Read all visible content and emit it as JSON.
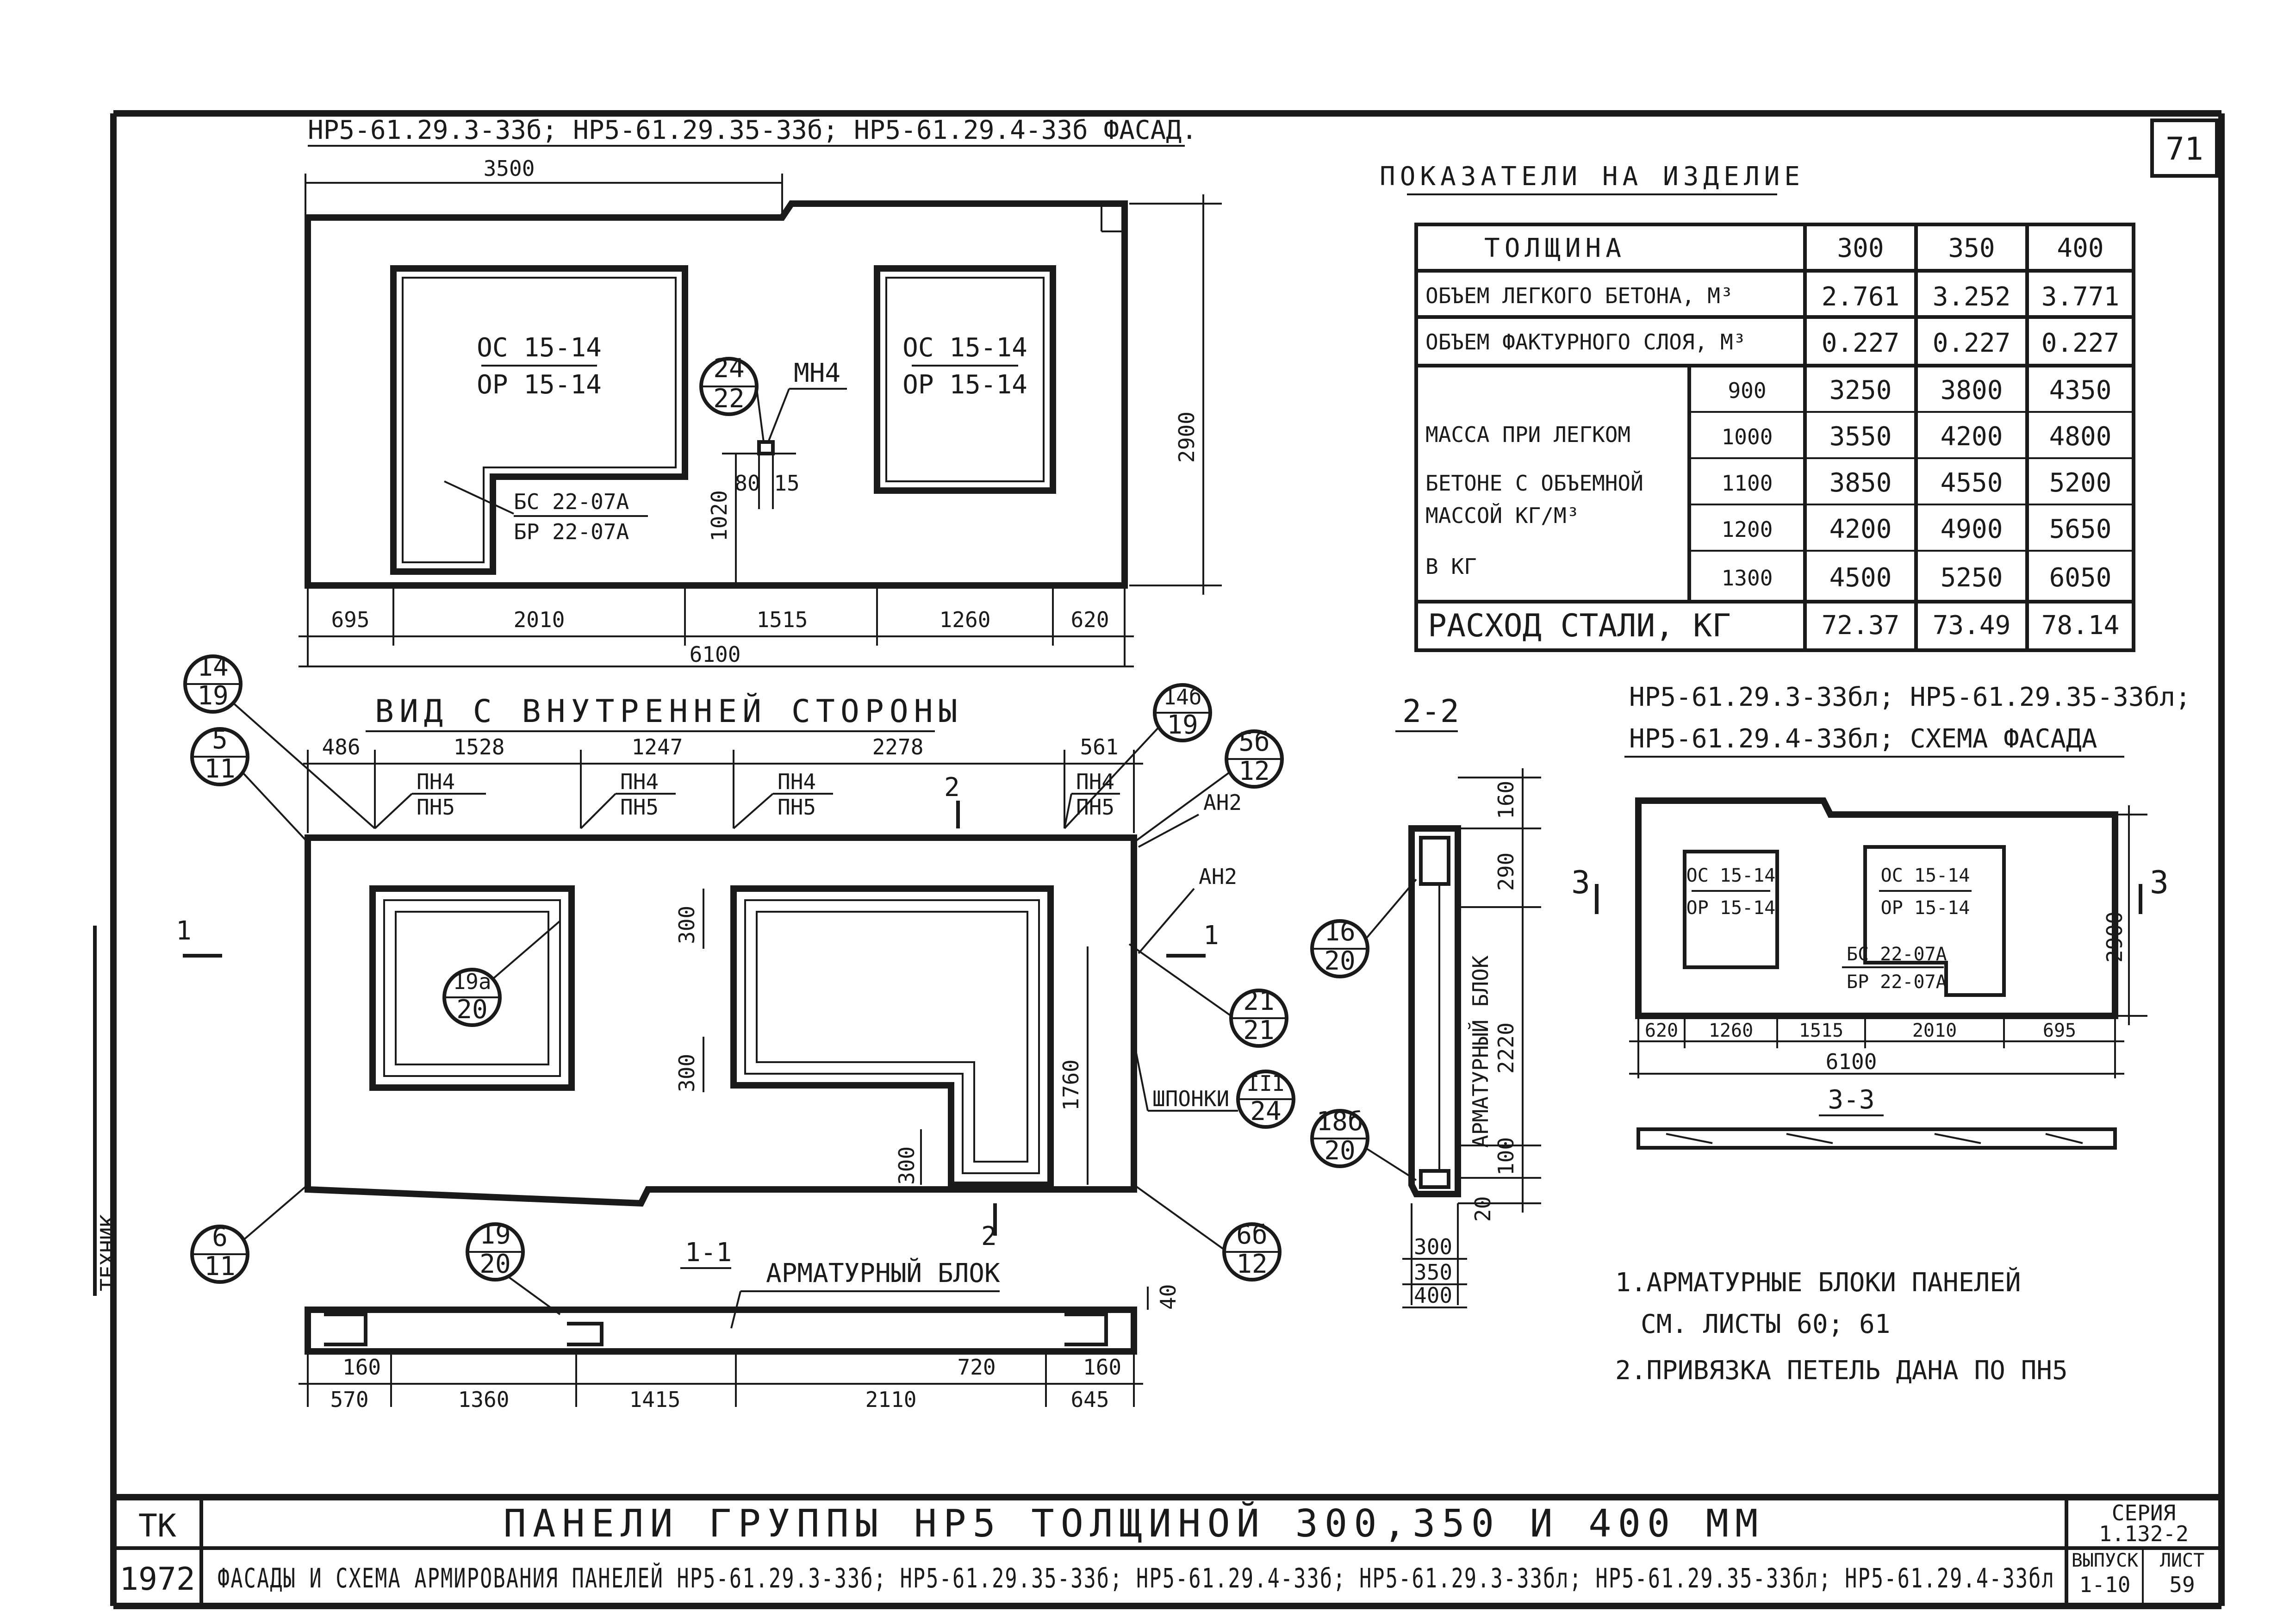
{
  "sheet_no": "71",
  "facade": {
    "title": "НР5-61.29.3-33б; НР5-61.29.35-33б; НР5-61.29.4-33б ФАСАД.",
    "dim_top": "3500",
    "dim_height": "2900",
    "dim_1020": "1020",
    "dim_80": "80",
    "dim_15": "15",
    "win1_top": "ОС 15-14",
    "win1_bot": "ОР 15-14",
    "win2_top": "ОС 15-14",
    "win2_bot": "ОР 15-14",
    "door_top": "БС 22-07А",
    "door_bot": "БР 22-07А",
    "callout_top": "24",
    "callout_bot": "22",
    "mn": "МН4",
    "dims_bottom": [
      "695",
      "2010",
      "1515",
      "1260",
      "620"
    ],
    "dim_total": "6100"
  },
  "table": {
    "title": "ПОКАЗАТЕЛИ НА ИЗДЕЛИЕ",
    "header": [
      "ТОЛЩИНА",
      "300",
      "350",
      "400"
    ],
    "row_light": [
      "ОБЪЕМ ЛЕГКОГО БЕТОНА, М³",
      "2.761",
      "3.252",
      "3.771"
    ],
    "row_facing": [
      "ОБЪЕМ ФАКТУРНОГО СЛОЯ, М³",
      "0.227",
      "0.227",
      "0.227"
    ],
    "mass_label": [
      "МАССА ПРИ ЛЕГКОМ",
      "БЕТОНЕ С ОБЪЕМНОЙ",
      "МАССОЙ КГ/М³",
      "В КГ"
    ],
    "mass_rows": [
      [
        "900",
        "3250",
        "3800",
        "4350"
      ],
      [
        "1000",
        "3550",
        "4200",
        "4800"
      ],
      [
        "1100",
        "3850",
        "4550",
        "5200"
      ],
      [
        "1200",
        "4200",
        "4900",
        "5650"
      ],
      [
        "1300",
        "4500",
        "5250",
        "6050"
      ]
    ],
    "row_steel": [
      "РАСХОД СТАЛИ, КГ",
      "72.37",
      "73.49",
      "78.14"
    ]
  },
  "inner": {
    "title": "ВИД С ВНУТРЕННЕЙ СТОРОНЫ",
    "dims_top": [
      "486",
      "1528",
      "1247",
      "2278",
      "561"
    ],
    "pn_labels": [
      [
        "ПН4",
        "ПН5"
      ],
      [
        "ПН4",
        "ПН5"
      ],
      [
        "ПН4",
        "ПН5"
      ],
      [
        "ПН4",
        "ПН5"
      ]
    ],
    "callouts": [
      {
        "top": "14",
        "bot": "19"
      },
      {
        "top": "5",
        "bot": "11"
      },
      {
        "top": "14б",
        "bot": "19"
      },
      {
        "top": "5б",
        "bot": "12"
      },
      {
        "top": "19а",
        "bot": "20"
      },
      {
        "top": "21",
        "bot": "21"
      },
      {
        "top": "III",
        "bot": "24"
      },
      {
        "top": "6",
        "bot": "11"
      },
      {
        "top": "19",
        "bot": "20"
      },
      {
        "top": "6б",
        "bot": "12"
      }
    ],
    "an2_a": "АН2",
    "an2_b": "АН2",
    "dim_300a": "300",
    "dim_300b": "300",
    "dim_300c": "300",
    "dim_1760": "1760",
    "shponki": "ШПОНКИ",
    "cut1": "1",
    "cut2": "2"
  },
  "section11": {
    "title": "1-1",
    "label": "АРМАТУРНЫЙ БЛОК",
    "dim_40": "40",
    "dims_bottom": [
      "570",
      "1360",
      "1415",
      "2110",
      "645"
    ],
    "dim_160a": "160",
    "dim_160b": "160",
    "dim_720": "720"
  },
  "section22": {
    "title": "2-2",
    "block_label": "АРМАТУРНЫЙ БЛОК",
    "dims": [
      "160",
      "290",
      "2220",
      "100",
      "20"
    ],
    "thick": [
      "300",
      "350",
      "400"
    ],
    "callout1_top": "16",
    "callout1_bot": "20",
    "callout2_top": "18б",
    "callout2_bot": "20"
  },
  "scheme": {
    "title1": "НР5-61.29.3-33бл; НР5-61.29.35-33бл;",
    "title2": "НР5-61.29.4-33бл; СХЕМА ФАСАДА",
    "win1_top": "ОС 15-14",
    "win1_bot": "ОР 15-14",
    "win2_top": "ОС 15-14",
    "win2_bot": "ОР 15-14",
    "door_top": "БС 22-07А",
    "door_bot": "БР 22-07А",
    "dim_height": "2900",
    "dims_bottom": [
      "620",
      "1260",
      "1515",
      "2010",
      "695"
    ],
    "dim_total": "6100",
    "cut": "3",
    "section_title": "3-3"
  },
  "notes": [
    "1.АРМАТУРНЫЕ БЛОКИ ПАНЕЛЕЙ",
    "СМ. ЛИСТЫ  60; 61",
    "2.ПРИВЯЗКА ПЕТЕЛЬ ДАНА ПО ПН5"
  ],
  "side_label": "ТЕХНИК",
  "stamp": {
    "org": "ТК",
    "year": "1972",
    "title": "ПАНЕЛИ ГРУППЫ НР5 ТОЛЩИНОЙ 300,350 И 400 ММ",
    "subtitle": "ФАСАДЫ И СХЕМА АРМИРОВАНИЯ ПАНЕЛЕЙ НР5-61.29.3-33б; НР5-61.29.35-33б; НР5-61.29.4-33б; НР5-61.29.3-33бл; НР5-61.29.35-33бл; НР5-61.29.4-33бл",
    "series_label": "СЕРИЯ",
    "series_value": "1.132-2",
    "issue_label": "ВЫПУСК",
    "issue_value": "1-10",
    "sheet_label": "ЛИСТ",
    "sheet_value": "59"
  }
}
